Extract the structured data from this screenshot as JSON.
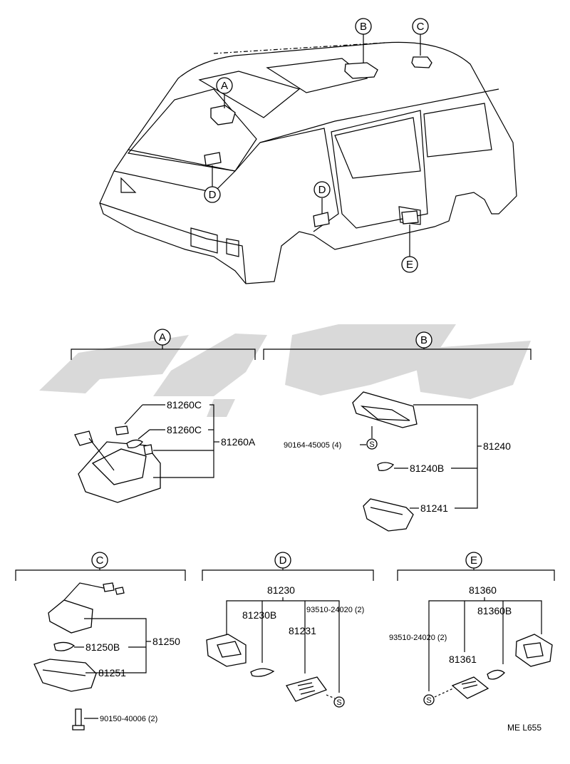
{
  "vehicle_markers": [
    "A",
    "B",
    "C",
    "D",
    "D",
    "E"
  ],
  "sections": {
    "A": {
      "letter": "A",
      "labels": {
        "bulb1": "81260C",
        "bulb2": "81260C",
        "assy": "81260A"
      }
    },
    "B": {
      "letter": "B",
      "labels": {
        "screw": "90164-45005 (4)",
        "assy": "81240",
        "bulb": "81240B",
        "lens": "81241"
      }
    },
    "C": {
      "letter": "C",
      "labels": {
        "assy": "81250",
        "bulb": "81250B",
        "lens": "81251",
        "screw": "90150-40006 (2)"
      }
    },
    "D": {
      "letter": "D",
      "labels": {
        "assy": "81230",
        "bulb": "81230B",
        "screw": "93510-24020 (2)",
        "lens": "81231"
      }
    },
    "E": {
      "letter": "E",
      "labels": {
        "assy": "81360",
        "screw": "93510-24020 (2)",
        "bulb": "81360B",
        "lens": "81361"
      }
    }
  },
  "screw_symbol": "S",
  "footer_code": "ME  L655"
}
